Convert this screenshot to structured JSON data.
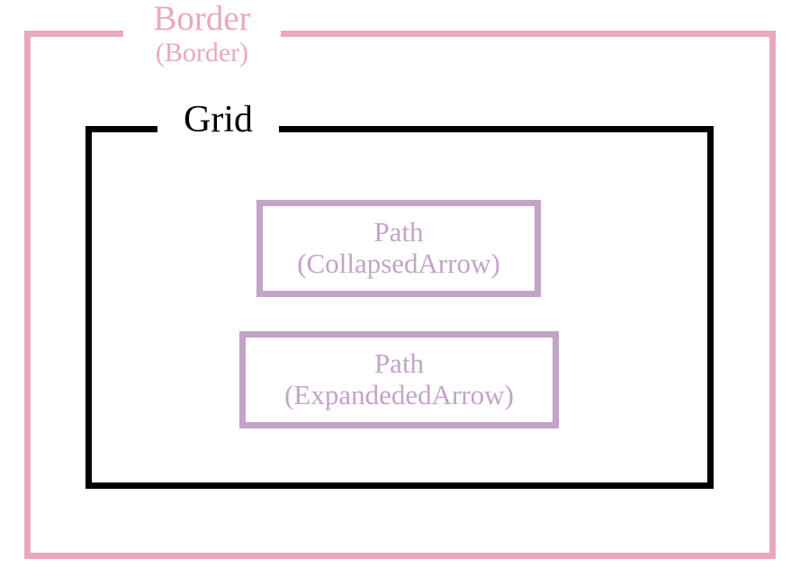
{
  "colors": {
    "pink": "#eaa8bf",
    "mauve": "#c4a3c8",
    "black": "#000000",
    "background": "#ffffff"
  },
  "diagram": {
    "type": "visual-tree",
    "root": {
      "name": "border-group",
      "label_type": "Border",
      "label_name": "(Border)",
      "color": "#eaa8bf"
    },
    "child": {
      "name": "grid-group",
      "label_type": "Grid",
      "color": "#000000"
    },
    "leaves": [
      {
        "name": "path-collapsed",
        "label_type": "Path",
        "label_name": "(CollapsedArrow)",
        "color": "#c4a3c8"
      },
      {
        "name": "path-expanded",
        "label_type": "Path",
        "label_name": "(ExpandededArrow)",
        "color": "#c4a3c8"
      }
    ]
  }
}
